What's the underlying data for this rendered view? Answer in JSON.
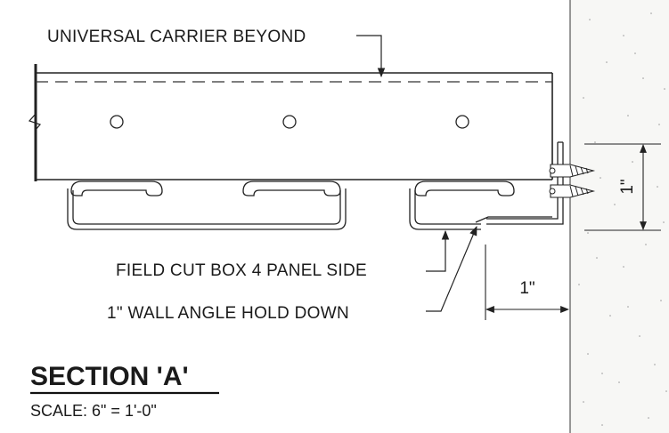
{
  "labels": {
    "carrier": "UNIVERSAL CARRIER BEYOND",
    "box_panel": "FIELD CUT BOX 4 PANEL SIDE",
    "wall_angle": "1\" WALL ANGLE HOLD DOWN"
  },
  "dimensions": {
    "horizontal": "1\"",
    "vertical": "1\""
  },
  "title": {
    "name": "SECTION 'A'",
    "scale": "SCALE: 6\" = 1'-0\""
  }
}
